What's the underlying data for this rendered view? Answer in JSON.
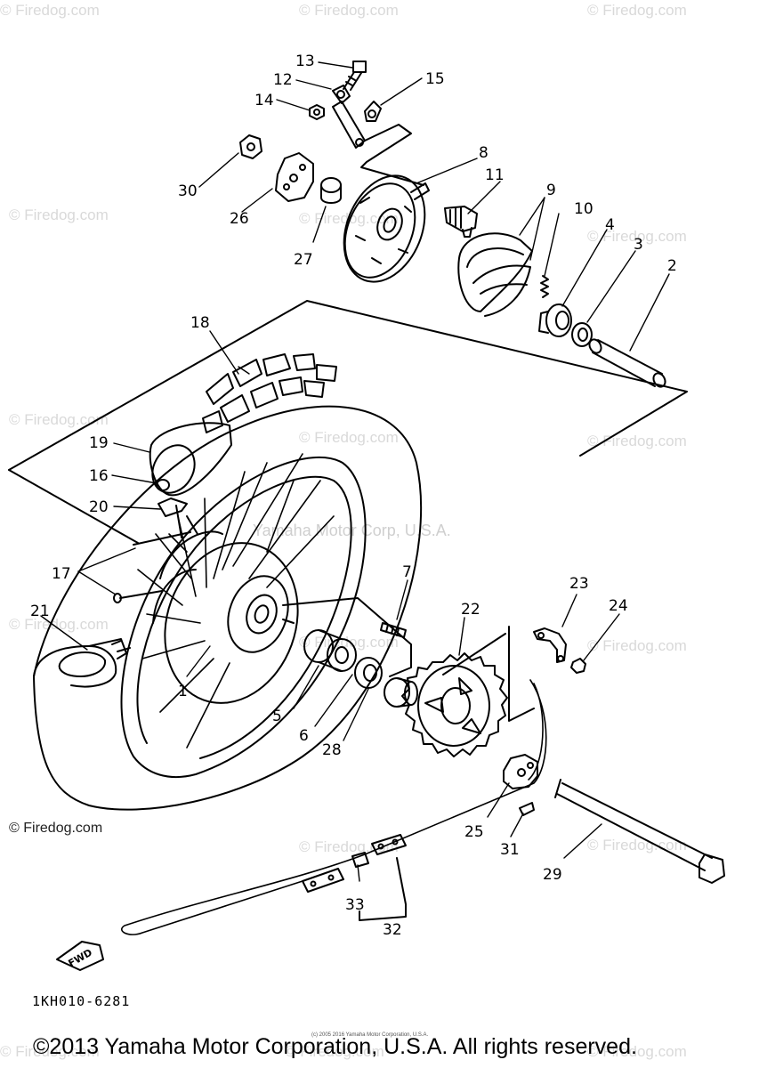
{
  "diagram": {
    "part_labels": {
      "p1": "1",
      "p2": "2",
      "p3": "3",
      "p4": "4",
      "p5": "5",
      "p6": "6",
      "p7": "7",
      "p8": "8",
      "p9": "9",
      "p10": "10",
      "p11": "11",
      "p12": "12",
      "p13": "13",
      "p14": "14",
      "p15": "15",
      "p16": "16",
      "p17": "17",
      "p18": "18",
      "p19": "19",
      "p20": "20",
      "p21": "21",
      "p22": "22",
      "p23": "23",
      "p24": "24",
      "p25": "25",
      "p26": "26",
      "p27": "27",
      "p28": "28",
      "p29": "29",
      "p30": "30",
      "p31": "31",
      "p32": "32",
      "p33": "33"
    },
    "fwd_label": "FWD",
    "diagram_code": "1KH010-6281",
    "center_watermark": "Yamaha Motor Corp, U.S.A.",
    "watermark_text": "© Firedog.com",
    "firedog_mark": "© Firedog.com",
    "fine_print": "(c) 2005 2016 Yamaha Motor Corporation, U.S.A.",
    "copyright": "©2013 Yamaha Motor Corporation, U.S.A. All rights reserved."
  },
  "colors": {
    "ink": "#000000",
    "watermark": "#d9d9d9",
    "background": "#ffffff"
  }
}
